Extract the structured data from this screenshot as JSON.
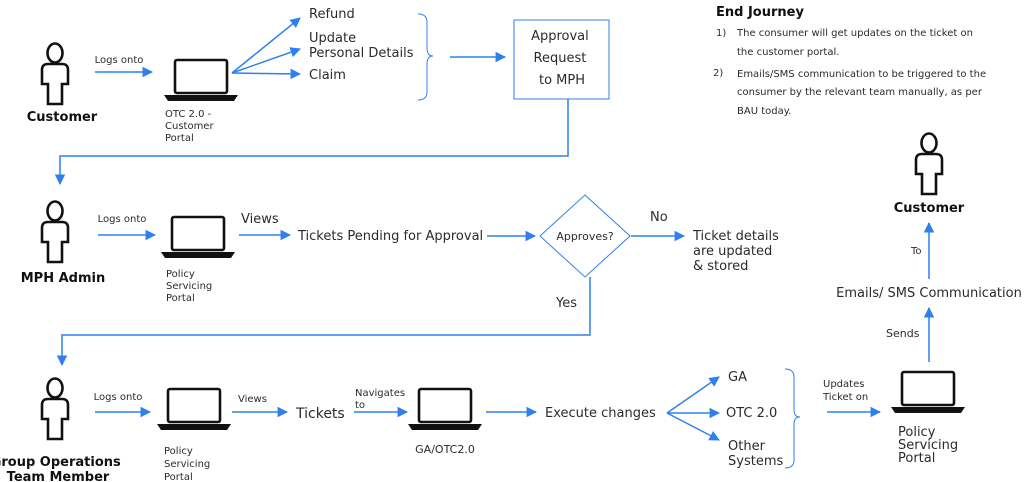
{
  "colors": {
    "arrow": "#2f80ed",
    "icon": "#111111",
    "text": "#2b2b2b"
  },
  "icons": [
    "person-icon",
    "laptop-icon"
  ],
  "row1": {
    "actor": "Customer",
    "logs_onto": "Logs onto",
    "portal": [
      "OTC 2.0 -",
      "Customer",
      "Portal"
    ],
    "options": {
      "refund": "Refund",
      "update": [
        "Update",
        "Personal Details"
      ],
      "claim": "Claim"
    },
    "approval_box": [
      "Approval",
      "Request",
      "to MPH"
    ]
  },
  "end_journey": {
    "title": "End Journey",
    "items": [
      {
        "num": "1)",
        "lines": [
          "The consumer will get updates on the ticket on",
          "the customer portal."
        ]
      },
      {
        "num": "2)",
        "lines": [
          "Emails/SMS communication to be triggered to the",
          "consumer by the relevant team manually, as per",
          "BAU today."
        ]
      }
    ]
  },
  "row2": {
    "actor": "MPH Admin",
    "logs_onto": "Logs onto",
    "portal": [
      "Policy",
      "Servicing",
      "Portal"
    ],
    "views": "Views",
    "tickets": "Tickets Pending for Approval",
    "decision": "Approves?",
    "no": "No",
    "yes": "Yes",
    "no_result": [
      "Ticket details",
      "are updated",
      "& stored"
    ]
  },
  "row3": {
    "actor": [
      "Group Operations",
      "Team Member"
    ],
    "logs_onto": "Logs onto",
    "portal": [
      "Policy",
      "Servicing",
      "Portal"
    ],
    "views": "Views",
    "tickets": "Tickets",
    "navigates": [
      "Navigates",
      "to"
    ],
    "ga_otc": "GA/OTC2.0",
    "execute": "Execute changes",
    "systems": {
      "ga": "GA",
      "otc": "OTC  2.0",
      "other": [
        "Other",
        "Systems"
      ]
    },
    "updates": [
      "Updates",
      "Ticket on"
    ],
    "final_portal": [
      "Policy",
      "Servicing",
      "Portal"
    ],
    "sends": "Sends",
    "comms": "Emails/ SMS Communication",
    "to": "To",
    "customer": "Customer"
  }
}
